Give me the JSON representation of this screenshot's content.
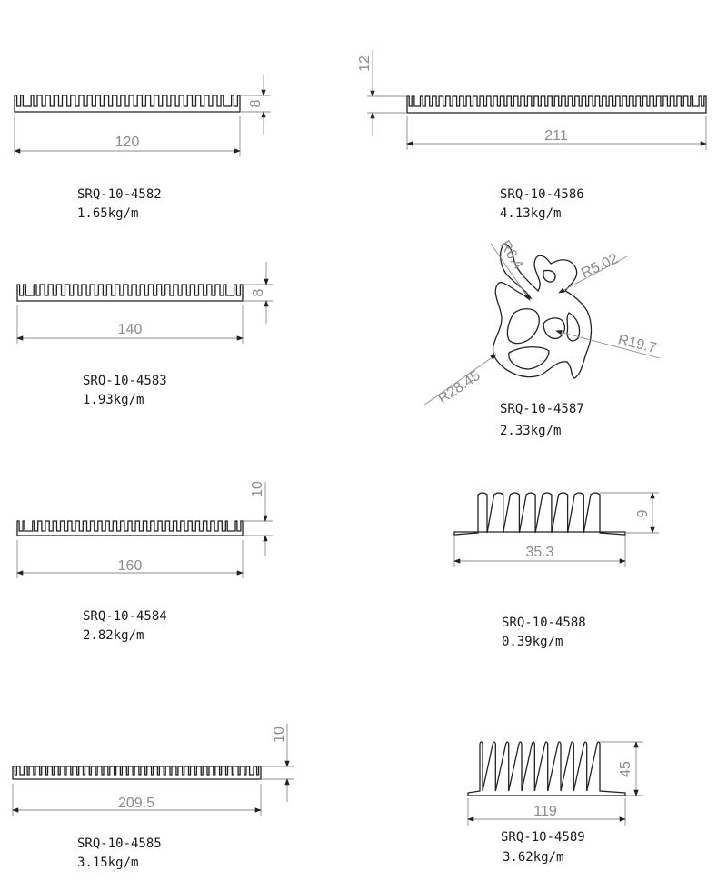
{
  "profiles": [
    {
      "code": "SRQ-10-4582",
      "weight": "1.65kg/m",
      "width": "120",
      "height": "8"
    },
    {
      "code": "SRQ-10-4586",
      "weight": "4.13kg/m",
      "width": "211",
      "height": "12"
    },
    {
      "code": "SRQ-10-4583",
      "weight": "1.93kg/m",
      "width": "140",
      "height": "8"
    },
    {
      "code": "SRQ-10-4587",
      "weight": "2.33kg/m",
      "radii": [
        "R6.4",
        "R5.02",
        "R19.7",
        "R28.45"
      ]
    },
    {
      "code": "SRQ-10-4584",
      "weight": "2.82kg/m",
      "width": "160",
      "height": "10"
    },
    {
      "code": "SRQ-10-4588",
      "weight": "0.39kg/m",
      "width": "35.3",
      "height": "9"
    },
    {
      "code": "SRQ-10-4585",
      "weight": "3.15kg/m",
      "width": "209.5",
      "height": "10"
    },
    {
      "code": "SRQ-10-4589",
      "weight": "3.62kg/m",
      "width": "119",
      "height": "45"
    }
  ]
}
